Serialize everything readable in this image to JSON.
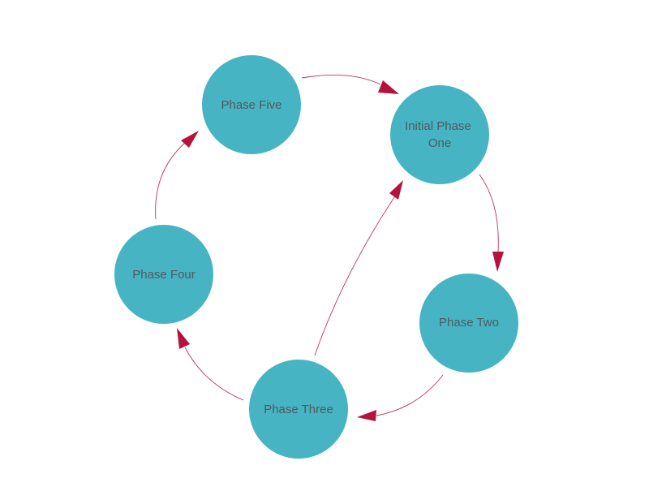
{
  "diagram": {
    "type": "cycle",
    "colors": {
      "node_fill": "#46b4c3",
      "label_text": "#4f5a5f",
      "edge_stroke": "#c23457",
      "arrow_fill": "#b5123d",
      "background": "#ffffff"
    },
    "nodes": [
      {
        "id": "phase-one",
        "label_lines": [
          "Initial Phase",
          "One"
        ]
      },
      {
        "id": "phase-two",
        "label_lines": [
          "Phase Two"
        ]
      },
      {
        "id": "phase-three",
        "label_lines": [
          "Phase Three"
        ]
      },
      {
        "id": "phase-four",
        "label_lines": [
          "Phase Four"
        ]
      },
      {
        "id": "phase-five",
        "label_lines": [
          "Phase Five"
        ]
      }
    ],
    "edges": [
      {
        "from": "phase-five",
        "to": "phase-one"
      },
      {
        "from": "phase-one",
        "to": "phase-two"
      },
      {
        "from": "phase-two",
        "to": "phase-three"
      },
      {
        "from": "phase-three",
        "to": "phase-four"
      },
      {
        "from": "phase-four",
        "to": "phase-five"
      },
      {
        "from": "phase-three",
        "to": "phase-one"
      }
    ]
  }
}
